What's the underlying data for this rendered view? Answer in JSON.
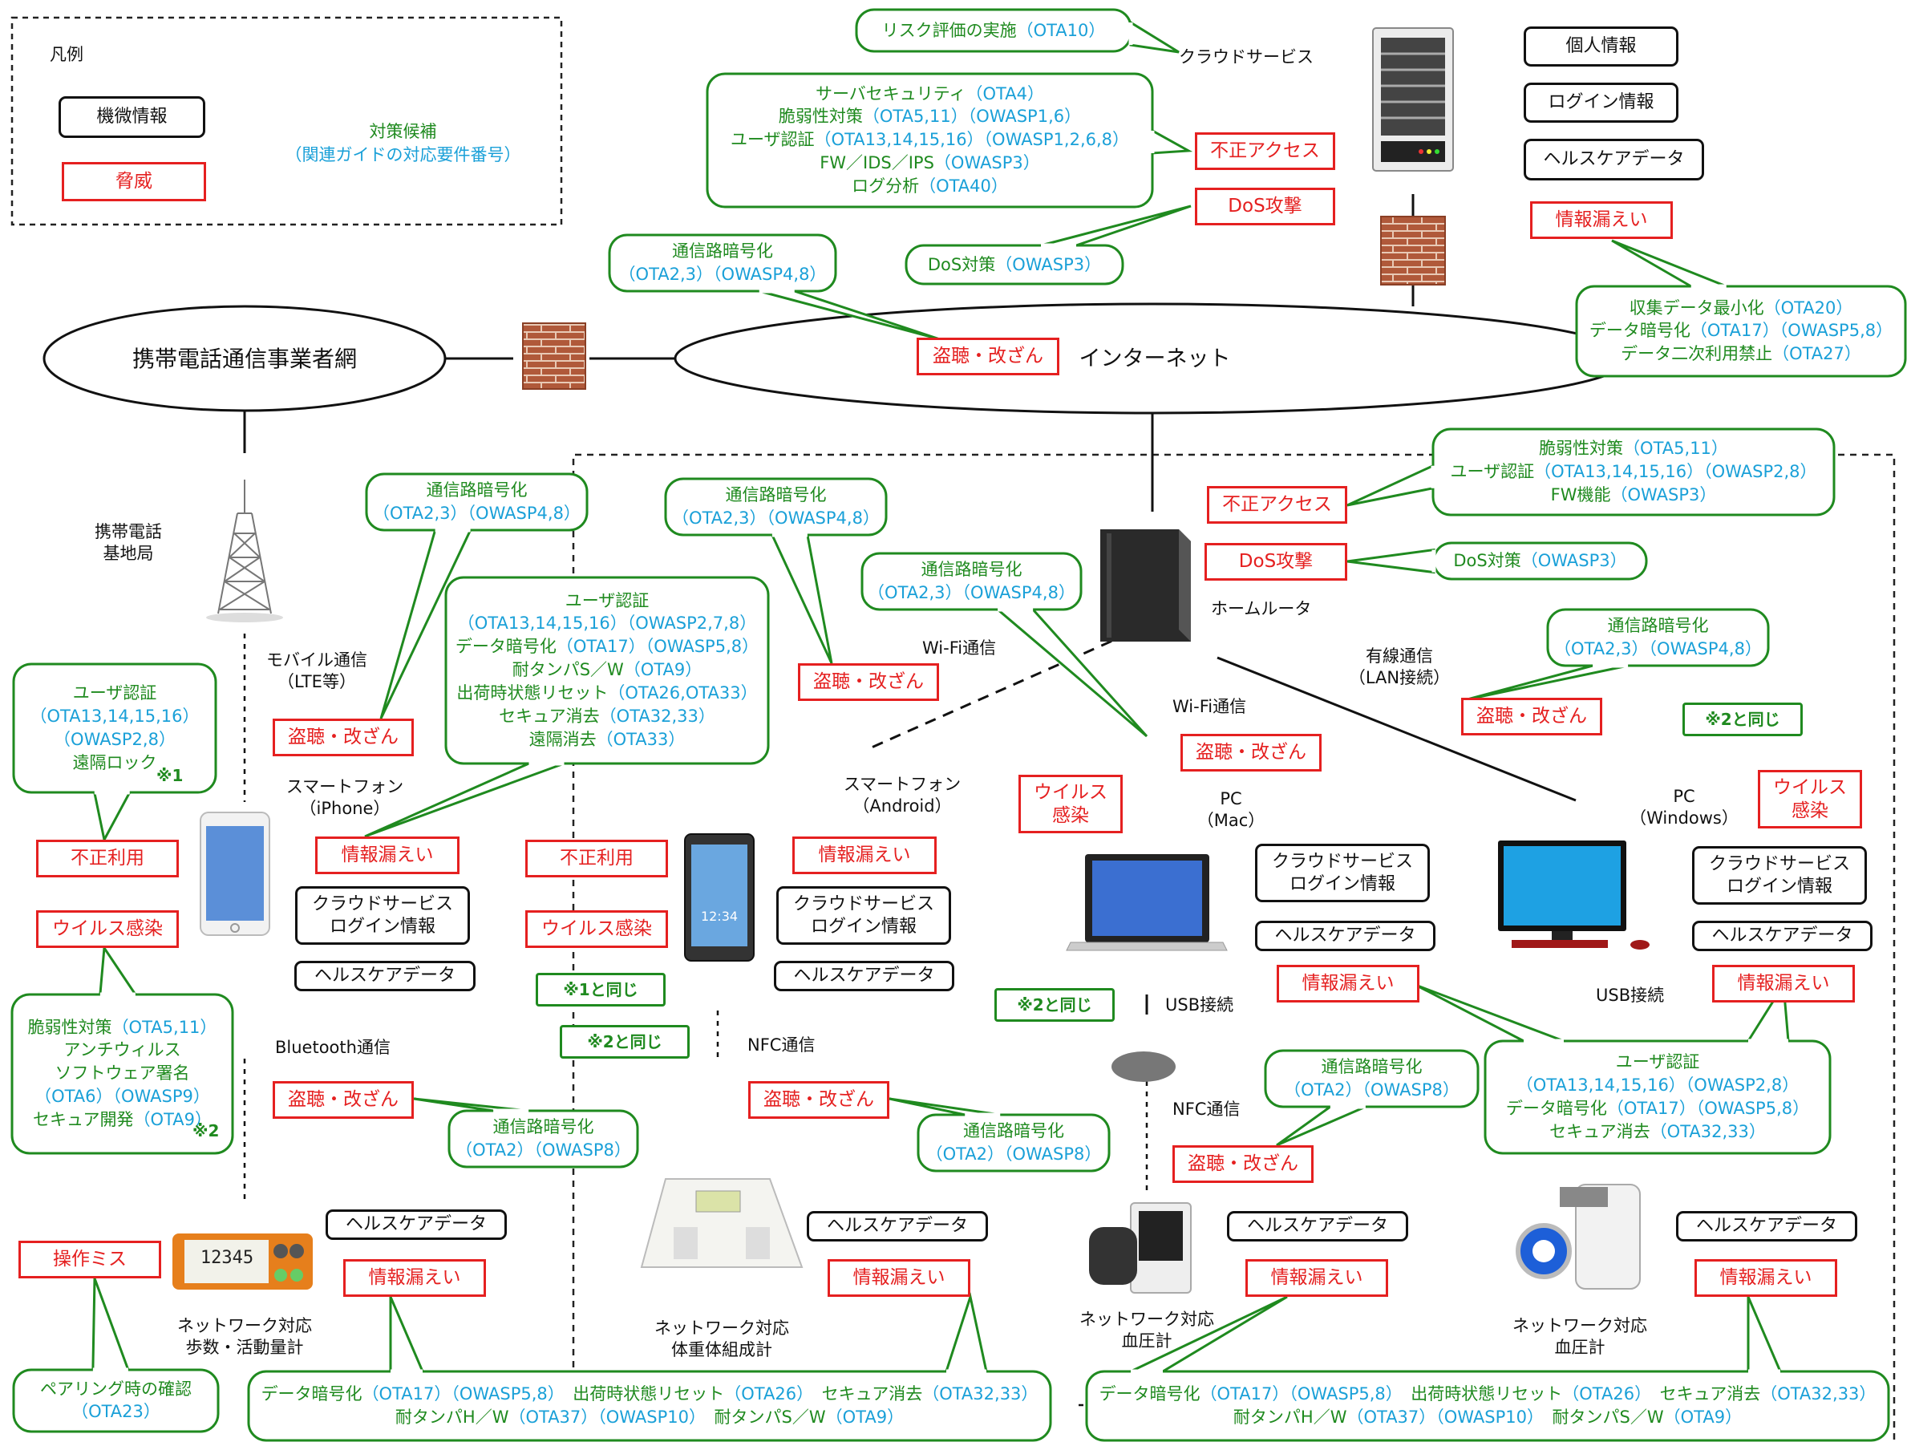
{
  "legend": {
    "title": "凡例",
    "sensitive_info": "機微情報",
    "threat": "脅威",
    "countermeasure_line1": "対策候補",
    "countermeasure_line2": "（関連ガイドの対応要件番号）"
  },
  "networks": {
    "carrier": "携帯電話通信事業者網",
    "internet": "インターネット"
  },
  "cloud": {
    "label": "クラウドサービス",
    "info_personal": "個人情報",
    "info_login": "ログイン情報",
    "info_health": "ヘルスケアデータ"
  },
  "node_labels": {
    "base_station": "携帯電話\n基地局",
    "mobile_comm": "モバイル通信\n（LTE等）",
    "wifi_comm_1": "Wi-Fi通信",
    "wifi_comm_2": "Wi-Fi通信",
    "home_router": "ホームルータ",
    "wired_comm": "有線通信\n（LAN接続）",
    "iphone": "スマートフォン\n（iPhone）",
    "android": "スマートフォン\n（Android）",
    "pc_mac": "PC\n（Mac）",
    "pc_windows": "PC\n（Windows）",
    "bluetooth_comm": "Bluetooth通信",
    "nfc_comm_1": "NFC通信",
    "nfc_comm_2": "NFC通信",
    "usb_1": "USB接続",
    "usb_2": "USB接続",
    "pedometer": "ネットワーク対応\n歩数・活動量計",
    "scale": "ネットワーク対応\n体重体組成計",
    "bp_1": "ネットワーク対応\n血圧計",
    "bp_2": "ネットワーク対応\n血圧計"
  },
  "device_screen": {
    "android_time": "12:34",
    "pedometer_steps": "12345"
  },
  "info_boxes": {
    "cloud_login": "クラウドサービス\nログイン情報",
    "health": "ヘルスケアデータ"
  },
  "threats": {
    "unauthorized_access": "不正アクセス",
    "dos": "DoS攻撃",
    "eavesdrop": "盗聴・改ざん",
    "leak": "情報漏えい",
    "misuse": "不正利用",
    "virus": "ウイルス感染",
    "virus_2line": "ウイルス\n感染",
    "operation_error": "操作ミス"
  },
  "notes": {
    "note1": "※1",
    "note2": "※2",
    "same_as_1": "※1と同じ",
    "same_as_2": "※2と同じ"
  },
  "callouts": {
    "risk_eval": [
      [
        [
          "リスク評価の実施",
          "g"
        ],
        [
          "（OTA10）",
          "b"
        ]
      ]
    ],
    "server_security": [
      [
        [
          "サーバセキュリティ",
          "g"
        ],
        [
          "（OTA4）",
          "b"
        ]
      ],
      [
        [
          "脆弱性対策",
          "g"
        ],
        [
          "（OTA5,11）（OWASP1,6）",
          "b"
        ]
      ],
      [
        [
          "ユーザ認証",
          "g"
        ],
        [
          "（OTA13,14,15,16）（OWASP1,2,6,8）",
          "b"
        ]
      ],
      [
        [
          "FW／IDS／IPS",
          "g"
        ],
        [
          "（OWASP3）",
          "b"
        ]
      ],
      [
        [
          "ログ分析",
          "g"
        ],
        [
          "（OTA40）",
          "b"
        ]
      ]
    ],
    "dos_measure": [
      [
        [
          "DoS対策",
          "g"
        ],
        [
          "（OWASP3）",
          "b"
        ]
      ]
    ],
    "enc_internet": [
      [
        [
          "通信路暗号化",
          "g"
        ]
      ],
      [
        [
          "（OTA2,3）（OWASP4,8）",
          "b"
        ]
      ]
    ],
    "data_minimize": [
      [
        [
          "収集データ最小化",
          "g"
        ],
        [
          "（OTA20）",
          "b"
        ]
      ],
      [
        [
          "データ暗号化",
          "g"
        ],
        [
          "（OTA17）（OWASP5,8）",
          "b"
        ]
      ],
      [
        [
          "データ二次利用禁止",
          "g"
        ],
        [
          "（OTA27）",
          "b"
        ]
      ]
    ],
    "router_security": [
      [
        [
          "脆弱性対策",
          "g"
        ],
        [
          "（OTA5,11）",
          "b"
        ]
      ],
      [
        [
          "ユーザ認証",
          "g"
        ],
        [
          "（OTA13,14,15,16）（OWASP2,8）",
          "b"
        ]
      ],
      [
        [
          "FW機能",
          "g"
        ],
        [
          "（OWASP3）",
          "b"
        ]
      ]
    ],
    "router_dos": [
      [
        [
          "DoS対策",
          "g"
        ],
        [
          "（OWASP3）",
          "b"
        ]
      ]
    ],
    "enc_mobile": [
      [
        [
          "通信路暗号化",
          "g"
        ]
      ],
      [
        [
          "（OTA2,3）（OWASP4,8）",
          "b"
        ]
      ]
    ],
    "enc_wifi_android": [
      [
        [
          "通信路暗号化",
          "g"
        ]
      ],
      [
        [
          "（OTA2,3）（OWASP4,8）",
          "b"
        ]
      ]
    ],
    "enc_wifi_mac": [
      [
        [
          "通信路暗号化",
          "g"
        ]
      ],
      [
        [
          "（OTA2,3）（OWASP4,8）",
          "b"
        ]
      ]
    ],
    "enc_wired": [
      [
        [
          "通信路暗号化",
          "g"
        ]
      ],
      [
        [
          "（OTA2,3）（OWASP4,8）",
          "b"
        ]
      ]
    ],
    "phone_user_auth": [
      [
        [
          "ユーザ認証",
          "g"
        ]
      ],
      [
        [
          "（OTA13,14,15,16）（OWASP2,7,8）",
          "b"
        ]
      ],
      [
        [
          "データ暗号化",
          "g"
        ],
        [
          "（OTA17）（OWASP5,8）",
          "b"
        ]
      ],
      [
        [
          "耐タンパS／W",
          "g"
        ],
        [
          "（OTA9）",
          "b"
        ]
      ],
      [
        [
          "出荷時状態リセット",
          "g"
        ],
        [
          "（OTA26,OTA33）",
          "b"
        ]
      ],
      [
        [
          "セキュア消去",
          "g"
        ],
        [
          "（OTA32,33）",
          "b"
        ]
      ],
      [
        [
          "遠隔消去",
          "g"
        ],
        [
          "（OTA33）",
          "b"
        ]
      ]
    ],
    "iphone_auth": [
      [
        [
          "ユーザ認証",
          "g"
        ]
      ],
      [
        [
          "（OTA13,14,15,16）",
          "b"
        ]
      ],
      [
        [
          "（OWASP2,8）",
          "b"
        ]
      ],
      [
        [
          "遠隔ロック",
          "g"
        ]
      ]
    ],
    "iphone_vuln": [
      [
        [
          "脆弱性対策",
          "g"
        ],
        [
          "（OTA5,11）",
          "b"
        ]
      ],
      [
        [
          "アンチウィルス",
          "g"
        ]
      ],
      [
        [
          "ソフトウェア署名",
          "g"
        ]
      ],
      [
        [
          "（OTA6）（OWASP9）",
          "b"
        ]
      ],
      [
        [
          "セキュア開発",
          "g"
        ],
        [
          "（OTA9）",
          "b"
        ]
      ]
    ],
    "enc_bt": [
      [
        [
          "通信路暗号化",
          "g"
        ]
      ],
      [
        [
          "（OTA2）（OWASP8）",
          "b"
        ]
      ]
    ],
    "enc_nfc_android": [
      [
        [
          "通信路暗号化",
          "g"
        ]
      ],
      [
        [
          "（OTA2）（OWASP8）",
          "b"
        ]
      ]
    ],
    "enc_nfc_pc": [
      [
        [
          "通信路暗号化",
          "g"
        ]
      ],
      [
        [
          "（OTA2）（OWASP8）",
          "b"
        ]
      ]
    ],
    "pc_auth": [
      [
        [
          "ユーザ認証",
          "g"
        ]
      ],
      [
        [
          "（OTA13,14,15,16）（OWASP2,8）",
          "b"
        ]
      ],
      [
        [
          "データ暗号化",
          "g"
        ],
        [
          "（OTA17）（OWASP5,8）",
          "b"
        ]
      ],
      [
        [
          "セキュア消去",
          "g"
        ],
        [
          "（OTA32,33）",
          "b"
        ]
      ]
    ],
    "pairing": [
      [
        [
          "ペアリング時の確認",
          "g"
        ]
      ],
      [
        [
          "（OTA23）",
          "b"
        ]
      ]
    ],
    "device_left": [
      [
        [
          "データ暗号化",
          "g"
        ],
        [
          "（OTA17）（OWASP5,8）　",
          "b"
        ],
        [
          "出荷時状態リセット",
          "g"
        ],
        [
          "（OTA26）　",
          "b"
        ],
        [
          "セキュア消去",
          "g"
        ],
        [
          "（OTA32,33）",
          "b"
        ]
      ],
      [
        [
          "耐タンパH／W",
          "g"
        ],
        [
          "（OTA37）（OWASP10）　",
          "b"
        ],
        [
          "耐タンパS／W",
          "g"
        ],
        [
          "（OTA9）",
          "b"
        ]
      ]
    ],
    "device_right": [
      [
        [
          "データ暗号化",
          "g"
        ],
        [
          "（OTA17）（OWASP5,8）　",
          "b"
        ],
        [
          "出荷時状態リセット",
          "g"
        ],
        [
          "（OTA26）　",
          "b"
        ],
        [
          "セキュア消去",
          "g"
        ],
        [
          "（OTA32,33）",
          "b"
        ]
      ],
      [
        [
          "耐タンパH／W",
          "g"
        ],
        [
          "（OTA37）（OWASP10）　",
          "b"
        ],
        [
          "耐タンパS／W",
          "g"
        ],
        [
          "（OTA9）",
          "b"
        ]
      ]
    ]
  },
  "colors": {
    "threat": "#e52020",
    "countermeasure": "#1f8a1f",
    "reference": "#1aa0d8",
    "firewall": "#b0593a"
  }
}
